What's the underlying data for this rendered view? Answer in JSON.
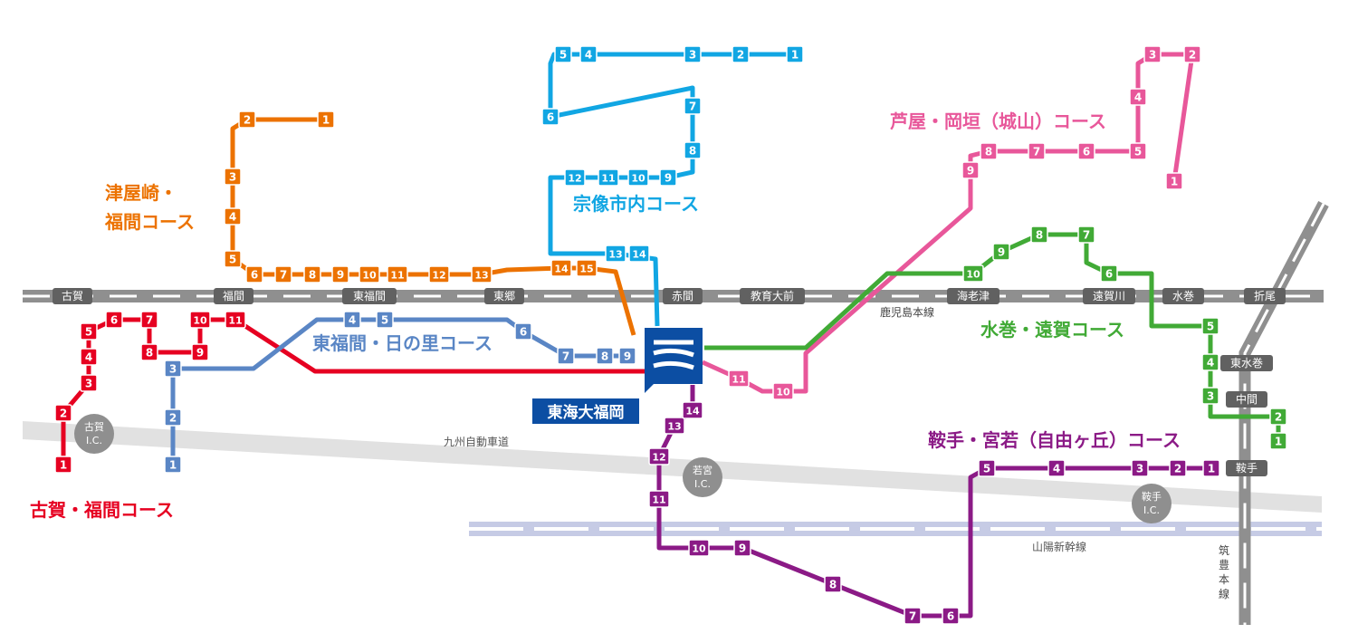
{
  "stations": {
    "koga": "古賀",
    "fukuma": "福間",
    "higashi_fukuma": "東福間",
    "togo": "東郷",
    "akama": "赤間",
    "kyoiku_daimae": "教育大前",
    "ebitsu": "海老津",
    "ongagawa": "遠賀川",
    "mizumaki": "水巻",
    "orio": "折尾",
    "higashi_mizumaki": "東水巻",
    "nakama": "中間",
    "kurate": "鞍手"
  },
  "lines": {
    "kagoshima": "鹿児島本線",
    "kyushu_expressway": "九州自動車道",
    "sanyo_shinkansen": "山陽新幹線",
    "chikuho": "筑豊本線"
  },
  "interchanges": {
    "koga": [
      "古賀",
      "I.C."
    ],
    "wakamiya": [
      "若宮",
      "I.C."
    ],
    "kurate": [
      "鞍手",
      "I.C."
    ]
  },
  "campus": {
    "name": "東海大福岡"
  },
  "routes": [
    {
      "id": "koga",
      "name": "古賀・福間コース",
      "color": "#e60021",
      "labels": [
        "1",
        "2",
        "3",
        "4",
        "5",
        "6",
        "7",
        "8",
        "9",
        "10",
        "11"
      ]
    },
    {
      "id": "tsuyazaki",
      "name": "津屋崎・福間コース",
      "color": "#ec7200",
      "labels": [
        "1",
        "2",
        "3",
        "4",
        "5",
        "6",
        "7",
        "8",
        "9",
        "10",
        "11",
        "12",
        "13",
        "14",
        "15"
      ]
    },
    {
      "id": "higashifukuma",
      "name": "東福間・日の里コース",
      "color": "#5a86c5",
      "labels": [
        "1",
        "2",
        "3",
        "4",
        "5",
        "6",
        "7",
        "8",
        "9"
      ]
    },
    {
      "id": "munakata",
      "name": "宗像市内コース",
      "color": "#11a6e3",
      "labels": [
        "1",
        "2",
        "3",
        "4",
        "5",
        "6",
        "7",
        "8",
        "9",
        "10",
        "11",
        "12",
        "13",
        "14"
      ]
    },
    {
      "id": "ashiya",
      "name": "芦屋・岡垣（城山）コース",
      "color": "#e8579a",
      "labels": [
        "1",
        "2",
        "3",
        "4",
        "5",
        "6",
        "7",
        "8",
        "9",
        "10",
        "11"
      ]
    },
    {
      "id": "mizumaki",
      "name": "水巻・遠賀コース",
      "color": "#41aa36",
      "labels": [
        "1",
        "2",
        "3",
        "4",
        "5",
        "6",
        "7",
        "8",
        "9",
        "10"
      ]
    },
    {
      "id": "kurate",
      "name": "鞍手・宮若（自由ヶ丘）コース",
      "color": "#8b1a86",
      "labels": [
        "1",
        "2",
        "3",
        "4",
        "5",
        "6",
        "7",
        "8",
        "9",
        "10",
        "11",
        "12",
        "13",
        "14"
      ]
    }
  ]
}
